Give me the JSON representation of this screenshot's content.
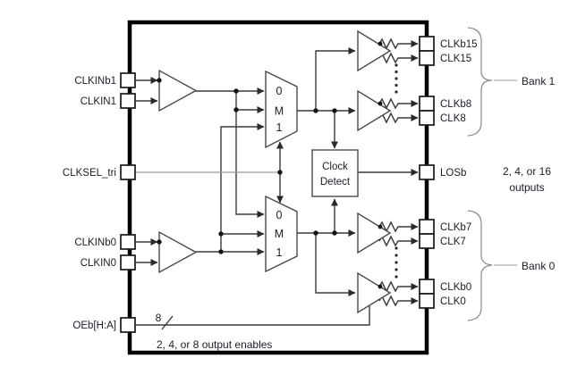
{
  "figure": {
    "title_hint": "clock buffer block diagram",
    "left_pins": [
      {
        "label": "CLKINb1"
      },
      {
        "label": "CLKIN1"
      },
      {
        "label": "CLKSEL_tri"
      },
      {
        "label": "CLKINb0"
      },
      {
        "label": "CLKIN0"
      },
      {
        "label": "OEb[H:A]"
      }
    ],
    "right_pins": [
      {
        "label": "CLKb15"
      },
      {
        "label": "CLK15"
      },
      {
        "label": "CLKb8"
      },
      {
        "label": "CLK8"
      },
      {
        "label": "LOSb"
      },
      {
        "label": "CLKb7"
      },
      {
        "label": "CLK7"
      },
      {
        "label": "CLKb0"
      },
      {
        "label": "CLK0"
      }
    ],
    "mux": {
      "in0": "0",
      "sel": "M",
      "in1": "1"
    },
    "clock_detect": {
      "line1": "Clock",
      "line2": "Detect"
    },
    "bank1": "Bank 1",
    "bank0": "Bank 0",
    "outputs_note": {
      "line1": "2, 4, or 16",
      "line2": "outputs"
    },
    "oe_bus_width": "8",
    "oe_note": "2, 4, or 8 output enables",
    "colors": {
      "wire": "#3a3a3a",
      "select_wire": "#9a9a9a",
      "chip_border": "#000000",
      "text": "#1c1c28",
      "background": "#ffffff"
    }
  }
}
